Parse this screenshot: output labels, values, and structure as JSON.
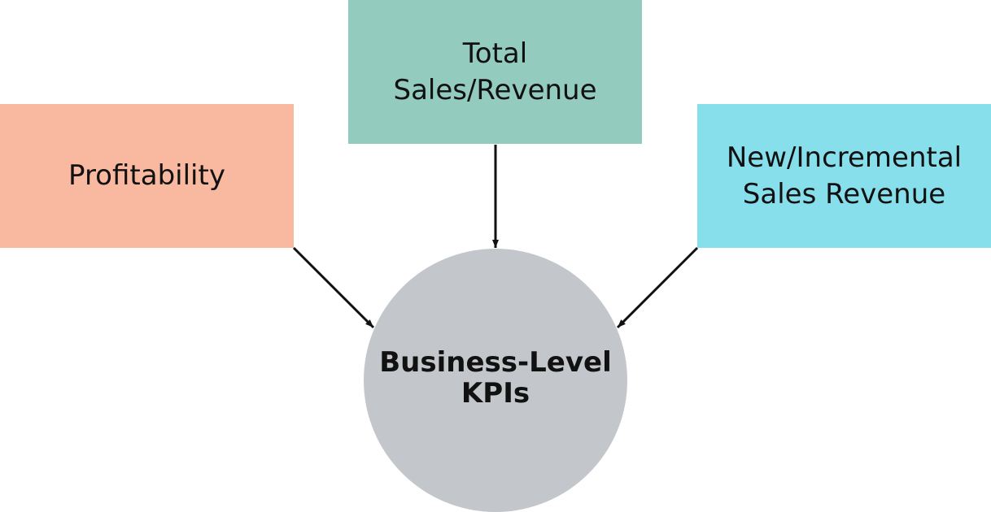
{
  "diagram": {
    "nodes": {
      "profitability": {
        "lines": [
          "Profitability"
        ],
        "fill": "#f8b9a0"
      },
      "total_sales": {
        "lines": [
          "Total",
          "Sales/Revenue"
        ],
        "fill": "#93cbbe"
      },
      "new_sales": {
        "lines": [
          "New/Incremental",
          "Sales Revenue"
        ],
        "fill": "#88dfec"
      },
      "kpis": {
        "lines": [
          "Business-Level",
          "KPIs"
        ],
        "fill": "#c3c7cb"
      }
    },
    "edges": [
      {
        "from": "profitability",
        "to": "kpis"
      },
      {
        "from": "total_sales",
        "to": "kpis"
      },
      {
        "from": "new_sales",
        "to": "kpis"
      }
    ],
    "arrow_color": "#111111"
  }
}
